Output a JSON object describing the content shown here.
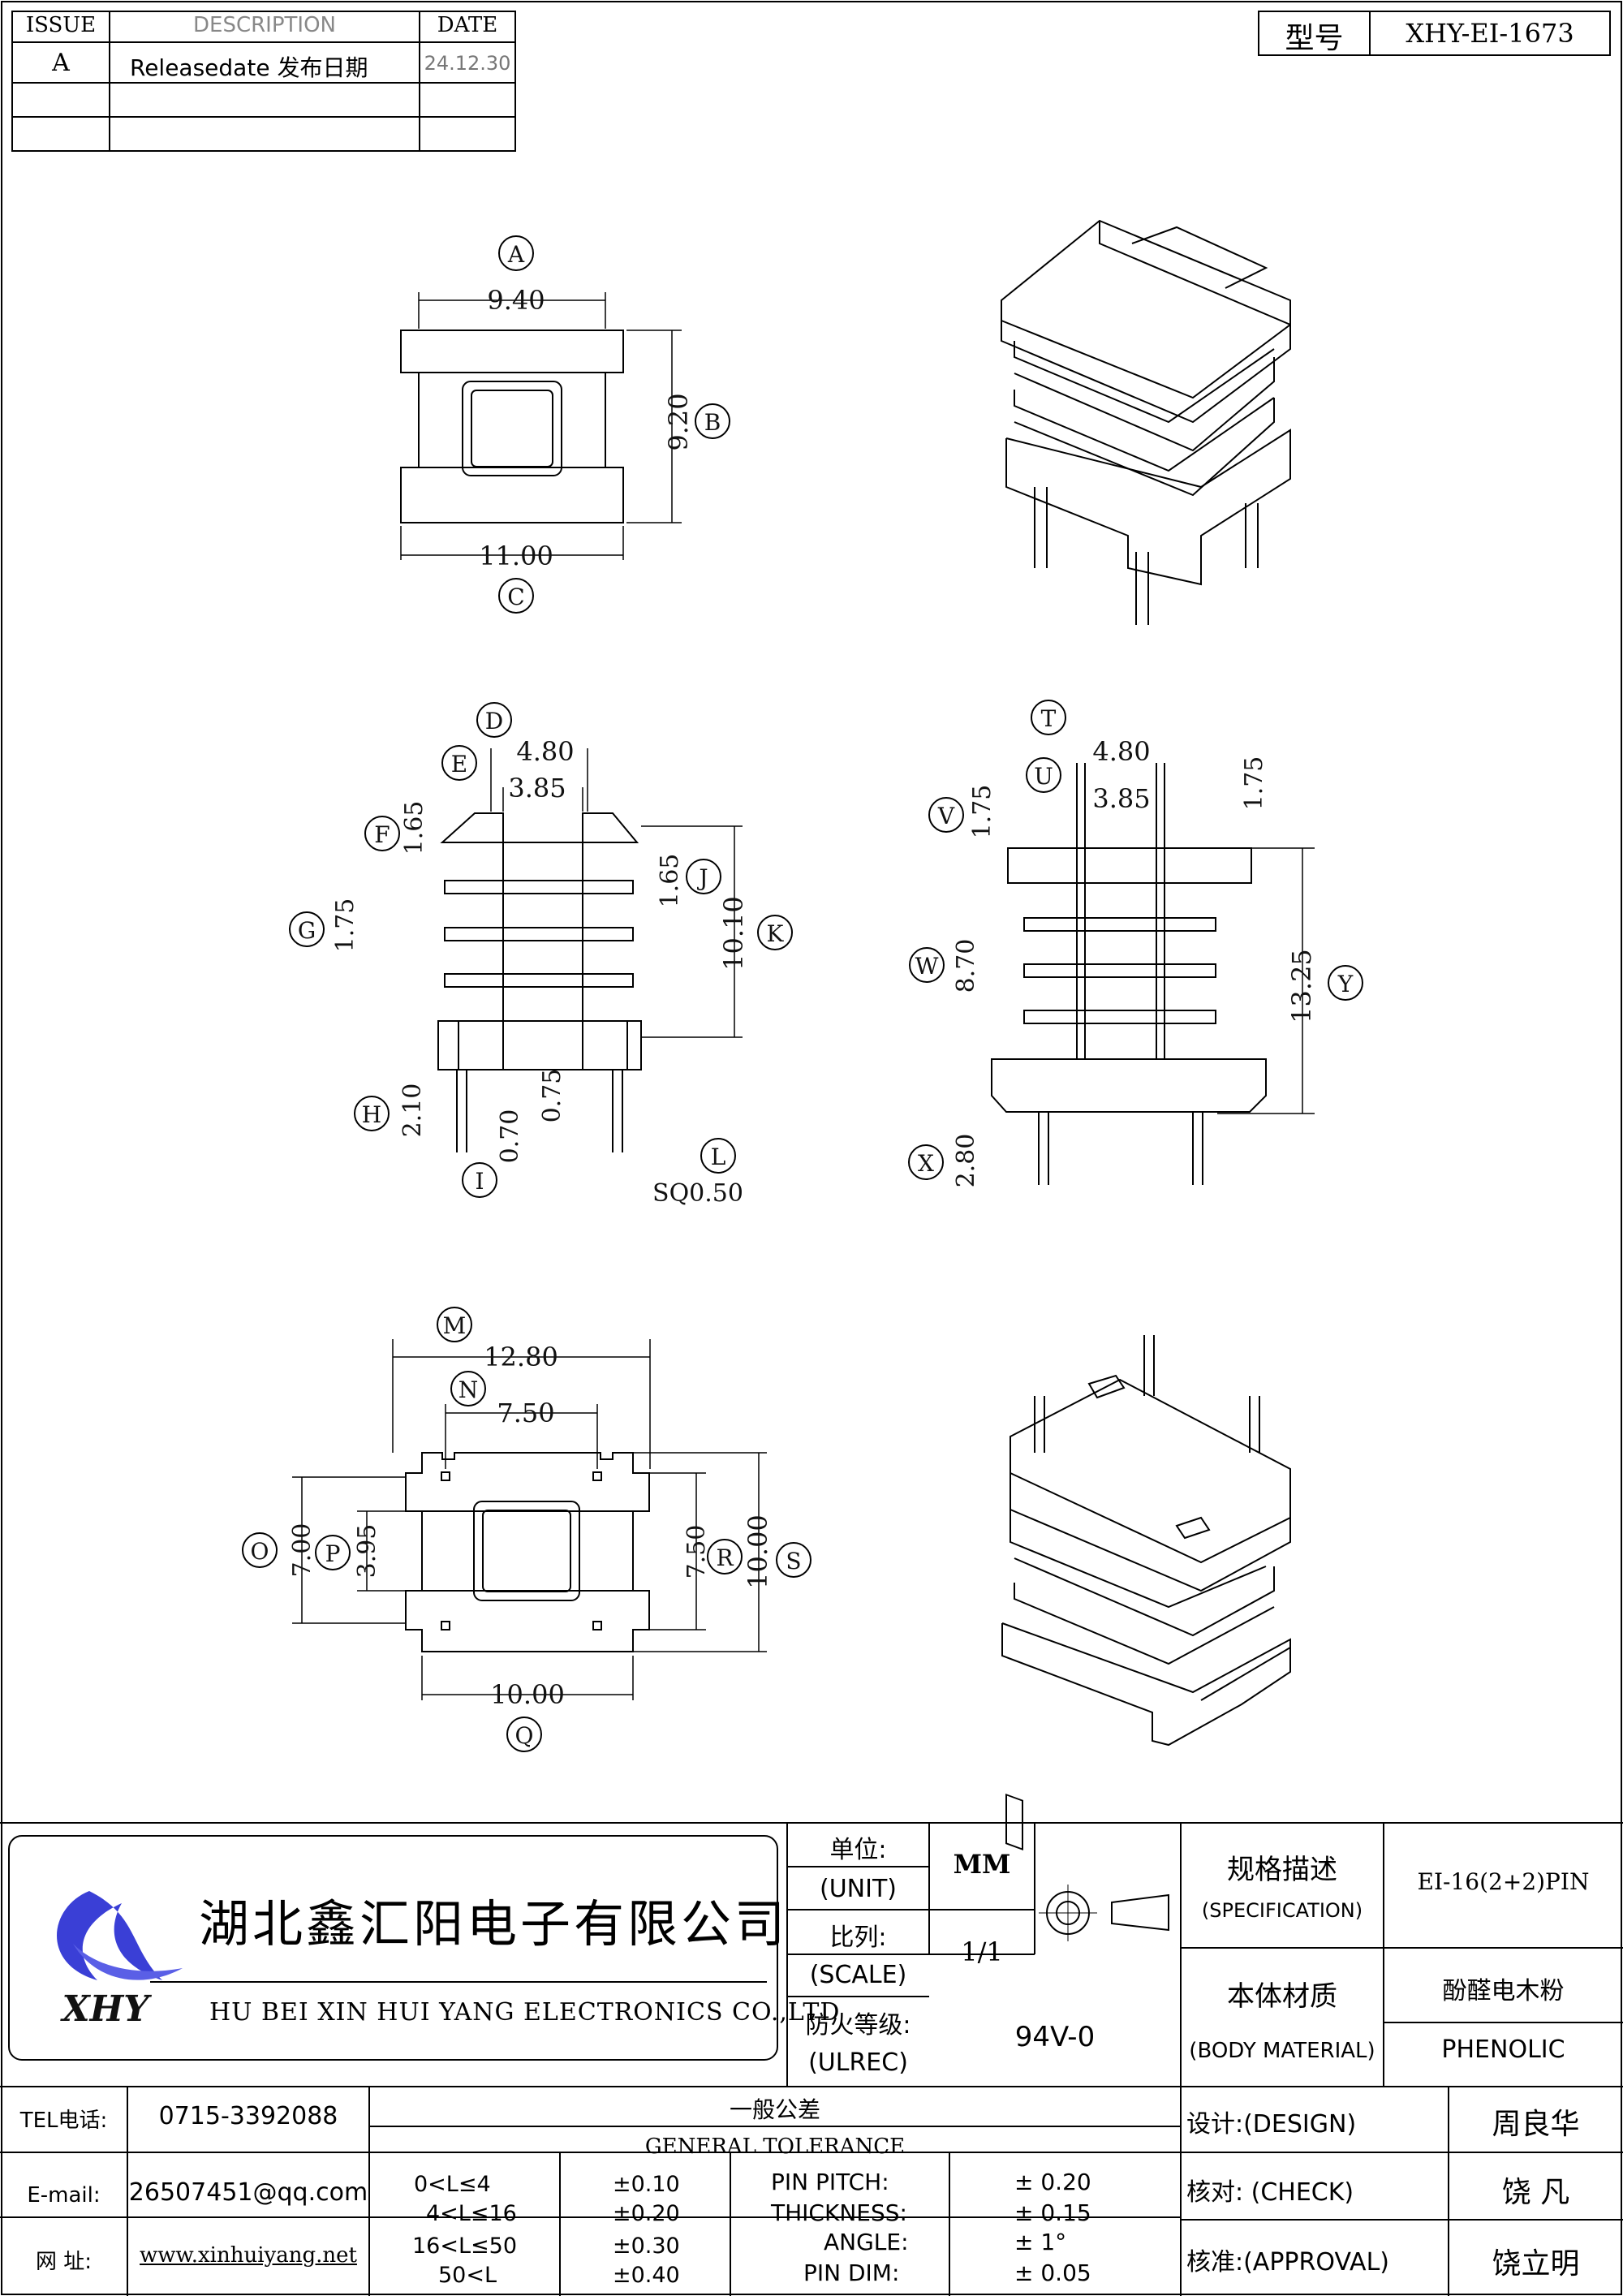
{
  "revision_table": {
    "headers": {
      "issue": "ISSUE",
      "description": "DESCRIPTION",
      "date": "DATE"
    },
    "rows": [
      {
        "issue": "A",
        "description": "Releasedate 发布日期",
        "date": "24.12.30"
      }
    ]
  },
  "model": {
    "label": "型号",
    "value": "XHY-EI-1673"
  },
  "top_view": {
    "dims": {
      "A": "9.40",
      "B": "9.20",
      "C": "11.00"
    },
    "letters": {
      "A": "A",
      "B": "B",
      "C": "C"
    }
  },
  "front_view": {
    "dims": {
      "D": "4.80",
      "E": "3.85",
      "F": "1.65",
      "G": "1.75",
      "H": "2.10",
      "I": "0.70",
      "J": "1.65",
      "K": "10.10",
      "I2": "0.75",
      "L": "SQ0.50"
    },
    "letters": {
      "D": "D",
      "E": "E",
      "F": "F",
      "G": "G",
      "H": "H",
      "I": "I",
      "J": "J",
      "K": "K",
      "L": "L"
    }
  },
  "side_view": {
    "dims": {
      "T": "4.80",
      "U": "3.85",
      "V": "1.75",
      "V2": "1.75",
      "W": "8.70",
      "X": "2.80",
      "Y": "13.25"
    },
    "letters": {
      "T": "T",
      "U": "U",
      "V": "V",
      "W": "W",
      "X": "X",
      "Y": "Y"
    }
  },
  "bottom_view": {
    "dims": {
      "M": "12.80",
      "N": "7.50",
      "O": "7.00",
      "P": "3.95",
      "Q": "10.00",
      "R": "7.50",
      "S": "10.00"
    },
    "letters": {
      "M": "M",
      "N": "N",
      "O": "O",
      "P": "P",
      "Q": "Q",
      "R": "R",
      "S": "S"
    }
  },
  "title_block": {
    "company_cn": "湖北鑫汇阳电子有限公司",
    "company_en": "HU BEI XIN HUI YANG ELECTRONICS CO.,LTD",
    "logo_text": "XHY",
    "unit_cn": "单位:",
    "unit_en": "(UNIT)",
    "unit_value": "MM",
    "scale_cn": "比列:",
    "scale_en": "(SCALE)",
    "scale_value": "1/1",
    "fire_cn": "防火等级:",
    "fire_en": "(ULREC)",
    "fire_value": "94V-0",
    "spec_cn": "规格描述",
    "spec_en": "(SPECIFICATION)",
    "spec_value": "EI-16(2+2)PIN",
    "material_cn": "本体材质",
    "material_en": "(BODY MATERIAL)",
    "material_cn_value": "酚醛电木粉",
    "material_en_value": "PHENOLIC",
    "tel_label": "TEL电话:",
    "tel_value": "0715-3392088",
    "email_label": "E-mail:",
    "email_value": "26507451@qq.com",
    "web_label": "网  址:",
    "web_value": "www.xinhuiyang.net",
    "tol_cn": "一般公差",
    "tol_en": "GENERAL TOLERANCE",
    "tolerances": [
      {
        "range": "0<L≤4",
        "value": "±0.10",
        "item": "PIN PITCH:",
        "item_value": "± 0.20"
      },
      {
        "range": "4<L≤16",
        "value": "±0.20",
        "item": "THICKNESS:",
        "item_value": "± 0.15"
      },
      {
        "range": "16<L≤50",
        "value": "±0.30",
        "item": "ANGLE:",
        "item_value": "± 1°"
      },
      {
        "range": "50<L",
        "value": "±0.40",
        "item": "PIN DIM:",
        "item_value": "± 0.05"
      }
    ],
    "design_label": "设计:(DESIGN)",
    "design_name": "周良华",
    "check_label": "核对: (CHECK)",
    "check_name": "饶  凡",
    "approval_label": "核准:(APPROVAL)",
    "approval_name": "饶立明"
  }
}
